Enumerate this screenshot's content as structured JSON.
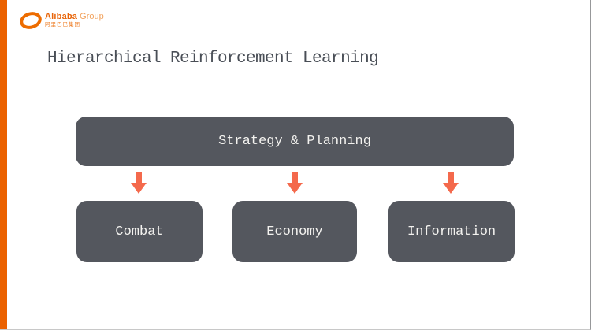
{
  "brand": {
    "name": "Alibaba",
    "suffix": "Group",
    "chinese": "阿里巴巴集团",
    "logo_mark": "alibaba-a-smile-mark",
    "orange": "#EB6100"
  },
  "slide": {
    "title": "Hierarchical Reinforcement Learning",
    "background": "#FFFFFF",
    "accent_bar_color": "#EB6100"
  },
  "diagram": {
    "type": "hierarchy",
    "root": {
      "label": "Strategy & Planning"
    },
    "children": [
      {
        "label": "Combat"
      },
      {
        "label": "Economy"
      },
      {
        "label": "Information"
      }
    ],
    "box_color": "#54575E",
    "box_text_color": "#F3F2EF",
    "arrow_color": "#F4694C",
    "arrow_icon": "down-arrow"
  }
}
